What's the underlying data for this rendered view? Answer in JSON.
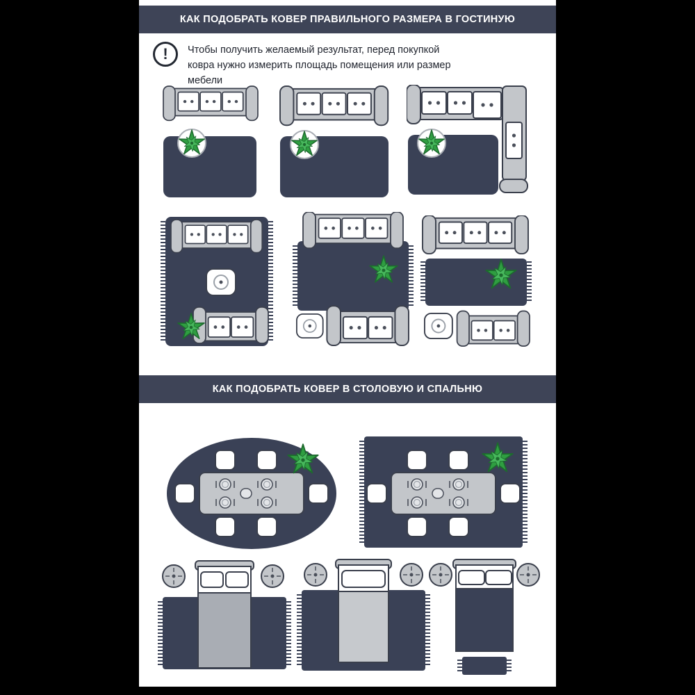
{
  "section1": {
    "title": "КАК ПОДОБРАТЬ КОВЕР ПРАВИЛЬНОГО РАЗМЕРА В ГОСТИНУЮ",
    "note": {
      "icon": "!",
      "text": "Чтобы получить желаемый результат, перед покупкой ковра нужно измерить площадь помещения или размер мебели"
    }
  },
  "section2": {
    "title": "КАК ПОДОБРАТЬ КОВЕР В СТОЛОВУЮ И СПАЛЬНЮ"
  },
  "palette": {
    "background": "#000000",
    "panel": "#ffffff",
    "header_bg": "#3e4457",
    "rug": "#3a4156",
    "furniture_gray": "#c3c6ca",
    "outline": "#3a3f4c",
    "plant_green": "#2f9e41",
    "blanket_gray": "#a9adb4"
  },
  "icons": {
    "warning": "exclamation-circle-icon",
    "sofa": "sofa-top-view-icon",
    "corner_sofa": "corner-sofa-top-view-icon",
    "rug": "rug-icon",
    "plant": "plant-top-view-icon",
    "coffee_table": "coffee-table-icon",
    "dining_table": "dining-table-icon",
    "chair": "chair-icon",
    "bed": "bed-top-view-icon",
    "stool": "round-stool-icon"
  }
}
